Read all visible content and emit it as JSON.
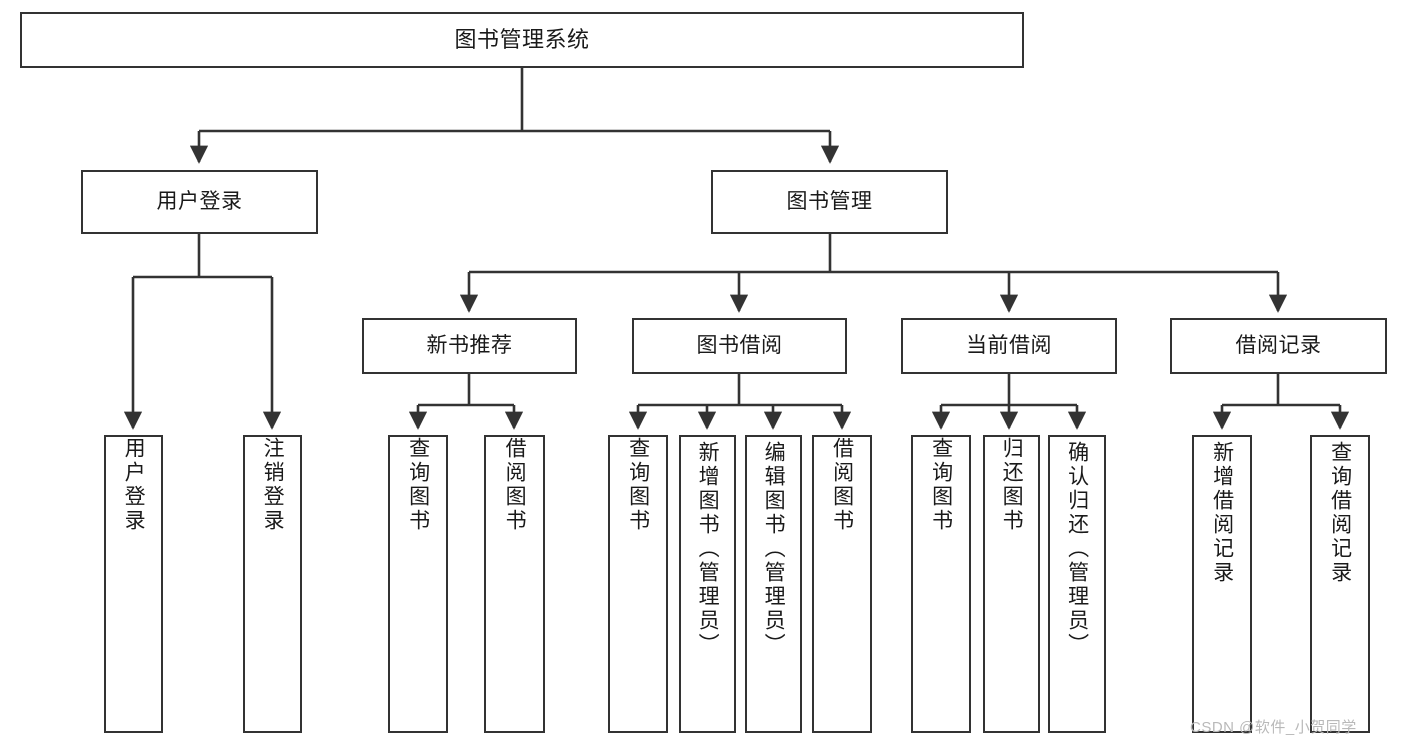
{
  "diagram": {
    "title": "图书管理系统",
    "watermark": "CSDN @软件_小贺同学",
    "line_color": "#333333",
    "box_border_color": "#333333",
    "box_fill_color": "#ffffff",
    "text_color": "#1a1a1a",
    "background_color": "#ffffff"
  },
  "nodes": {
    "root": {
      "label": "图书管理系统"
    },
    "level2": [
      {
        "label": "用户登录"
      },
      {
        "label": "图书管理"
      }
    ],
    "level3": [
      {
        "label": "新书推荐"
      },
      {
        "label": "图书借阅"
      },
      {
        "label": "当前借阅"
      },
      {
        "label": "借阅记录"
      }
    ],
    "leaves": [
      {
        "label": "用户登录"
      },
      {
        "label": "注销登录"
      },
      {
        "label": "查询图书"
      },
      {
        "label": "借阅图书"
      },
      {
        "label": "查询图书"
      },
      {
        "label": "新增图书（管理员）"
      },
      {
        "label": "编辑图书（管理员）"
      },
      {
        "label": "借阅图书"
      },
      {
        "label": "查询图书"
      },
      {
        "label": "归还图书"
      },
      {
        "label": "确认归还（管理员）"
      },
      {
        "label": "新增借阅记录"
      },
      {
        "label": "查询借阅记录"
      }
    ]
  }
}
